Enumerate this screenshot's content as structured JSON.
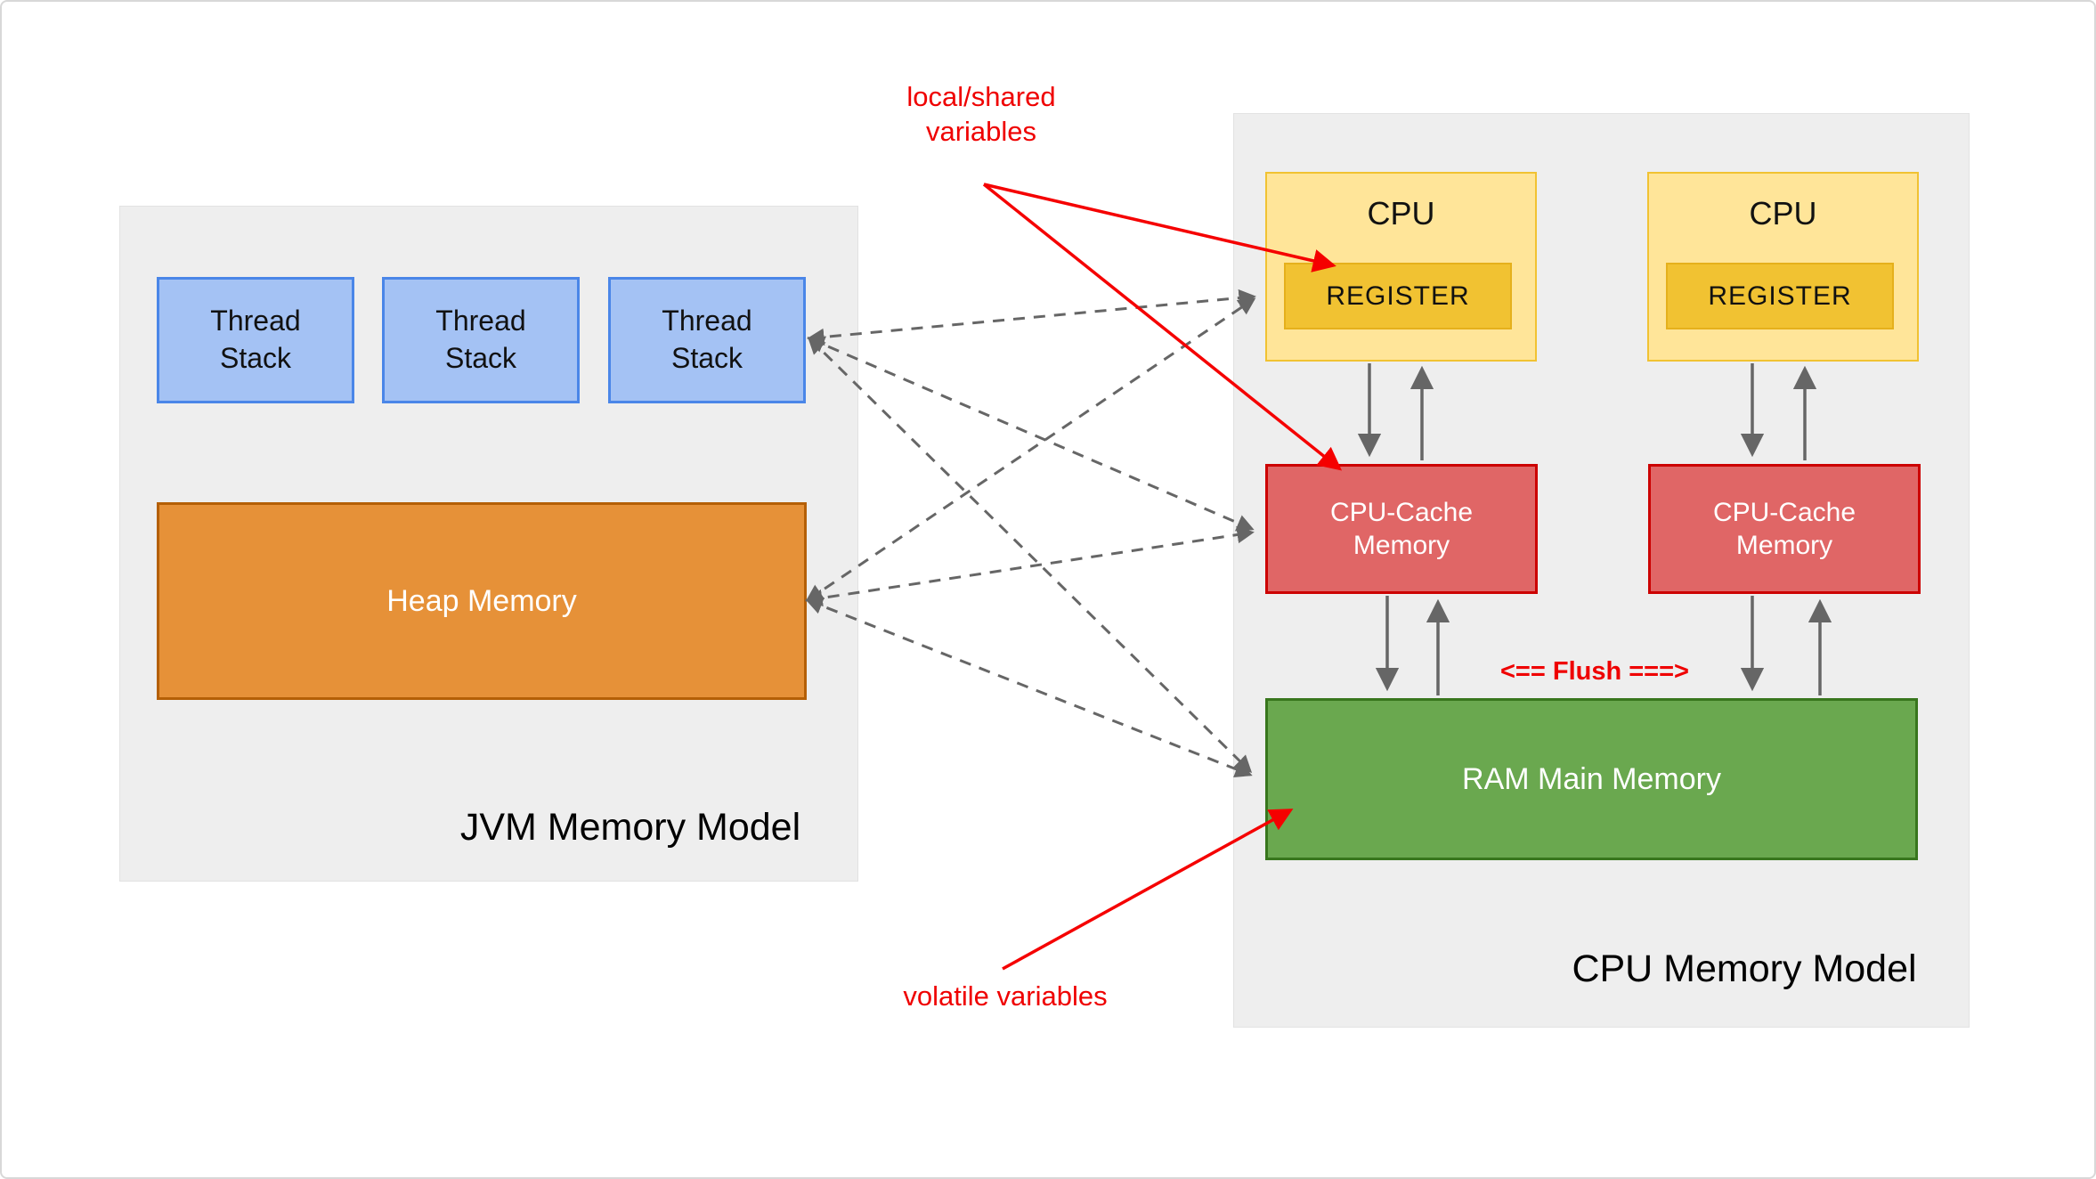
{
  "jvm": {
    "title": "JVM Memory Model",
    "thread_stacks": [
      "Thread Stack",
      "Thread Stack",
      "Thread Stack"
    ],
    "heap_label": "Heap Memory"
  },
  "cpu": {
    "title": "CPU Memory Model",
    "cpus": [
      {
        "label": "CPU",
        "register_label": "REGISTER",
        "cache_label": "CPU-Cache Memory"
      },
      {
        "label": "CPU",
        "register_label": "REGISTER",
        "cache_label": "CPU-Cache Memory"
      }
    ],
    "ram_label": "RAM Main Memory",
    "flush_label": "<== Flush ===>"
  },
  "annotations": {
    "local_shared_label": "local/shared variables",
    "volatile_label": "volatile variables"
  },
  "colors": {
    "panel_bg": "#eeeeee",
    "thread_stack_fill": "#a4c2f4",
    "thread_stack_border": "#4a86e8",
    "heap_fill": "#e69138",
    "heap_border": "#b45f06",
    "cpu_fill": "#ffe599",
    "cpu_border": "#f1c232",
    "register_fill": "#f1c232",
    "cache_fill": "#e06666",
    "cache_border": "#cc0000",
    "ram_fill": "#6aa84f",
    "ram_border": "#38761d",
    "connector_gray": "#666666",
    "annotation_red": "#ff0000"
  }
}
